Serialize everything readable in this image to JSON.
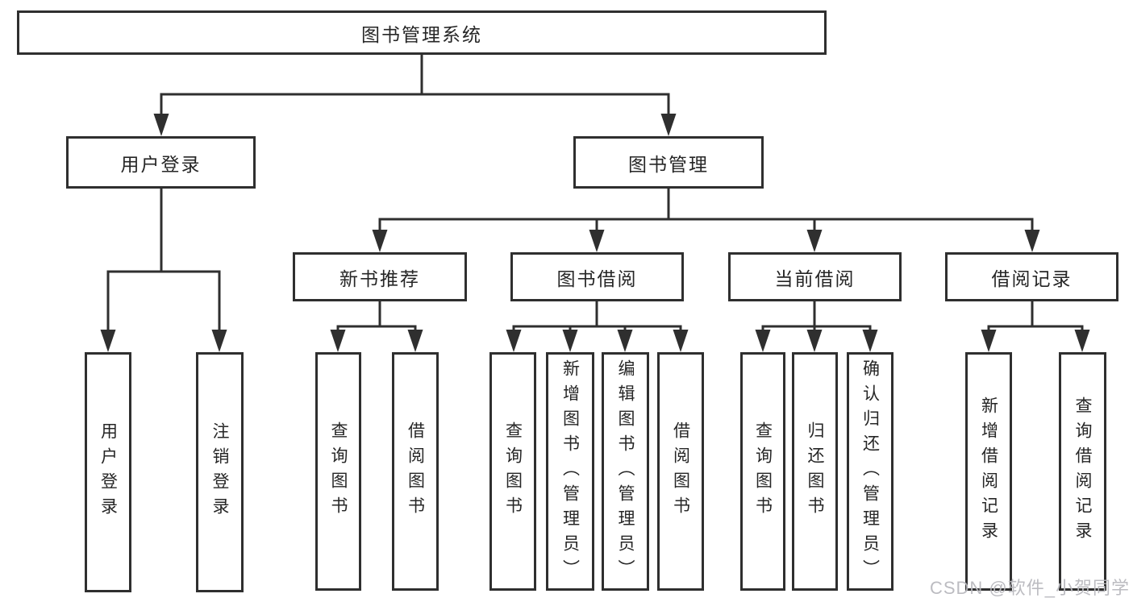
{
  "diagram": {
    "root": {
      "label": "图书管理系统",
      "children": [
        {
          "label": "用户登录",
          "children": [
            {
              "label": "用户登录"
            },
            {
              "label": "注销登录"
            }
          ]
        },
        {
          "label": "图书管理",
          "children": [
            {
              "label": "新书推荐",
              "children": [
                {
                  "label": "查询图书"
                },
                {
                  "label": "借阅图书"
                }
              ]
            },
            {
              "label": "图书借阅",
              "children": [
                {
                  "label": "查询图书"
                },
                {
                  "label": "新增图书（管理员）"
                },
                {
                  "label": "编辑图书（管理员）"
                },
                {
                  "label": "借阅图书"
                }
              ]
            },
            {
              "label": "当前借阅",
              "children": [
                {
                  "label": "查询图书"
                },
                {
                  "label": "归还图书"
                },
                {
                  "label": "确认归还（管理员）"
                }
              ]
            },
            {
              "label": "借阅记录",
              "children": [
                {
                  "label": "新增借阅记录"
                },
                {
                  "label": "查询借阅记录"
                }
              ]
            }
          ]
        }
      ]
    }
  },
  "watermark": "CSDN @软件_小贺同学",
  "colors": {
    "line": "#2f2f2f",
    "text": "#262626",
    "watermark": "#b8b8be",
    "background": "#ffffff"
  }
}
